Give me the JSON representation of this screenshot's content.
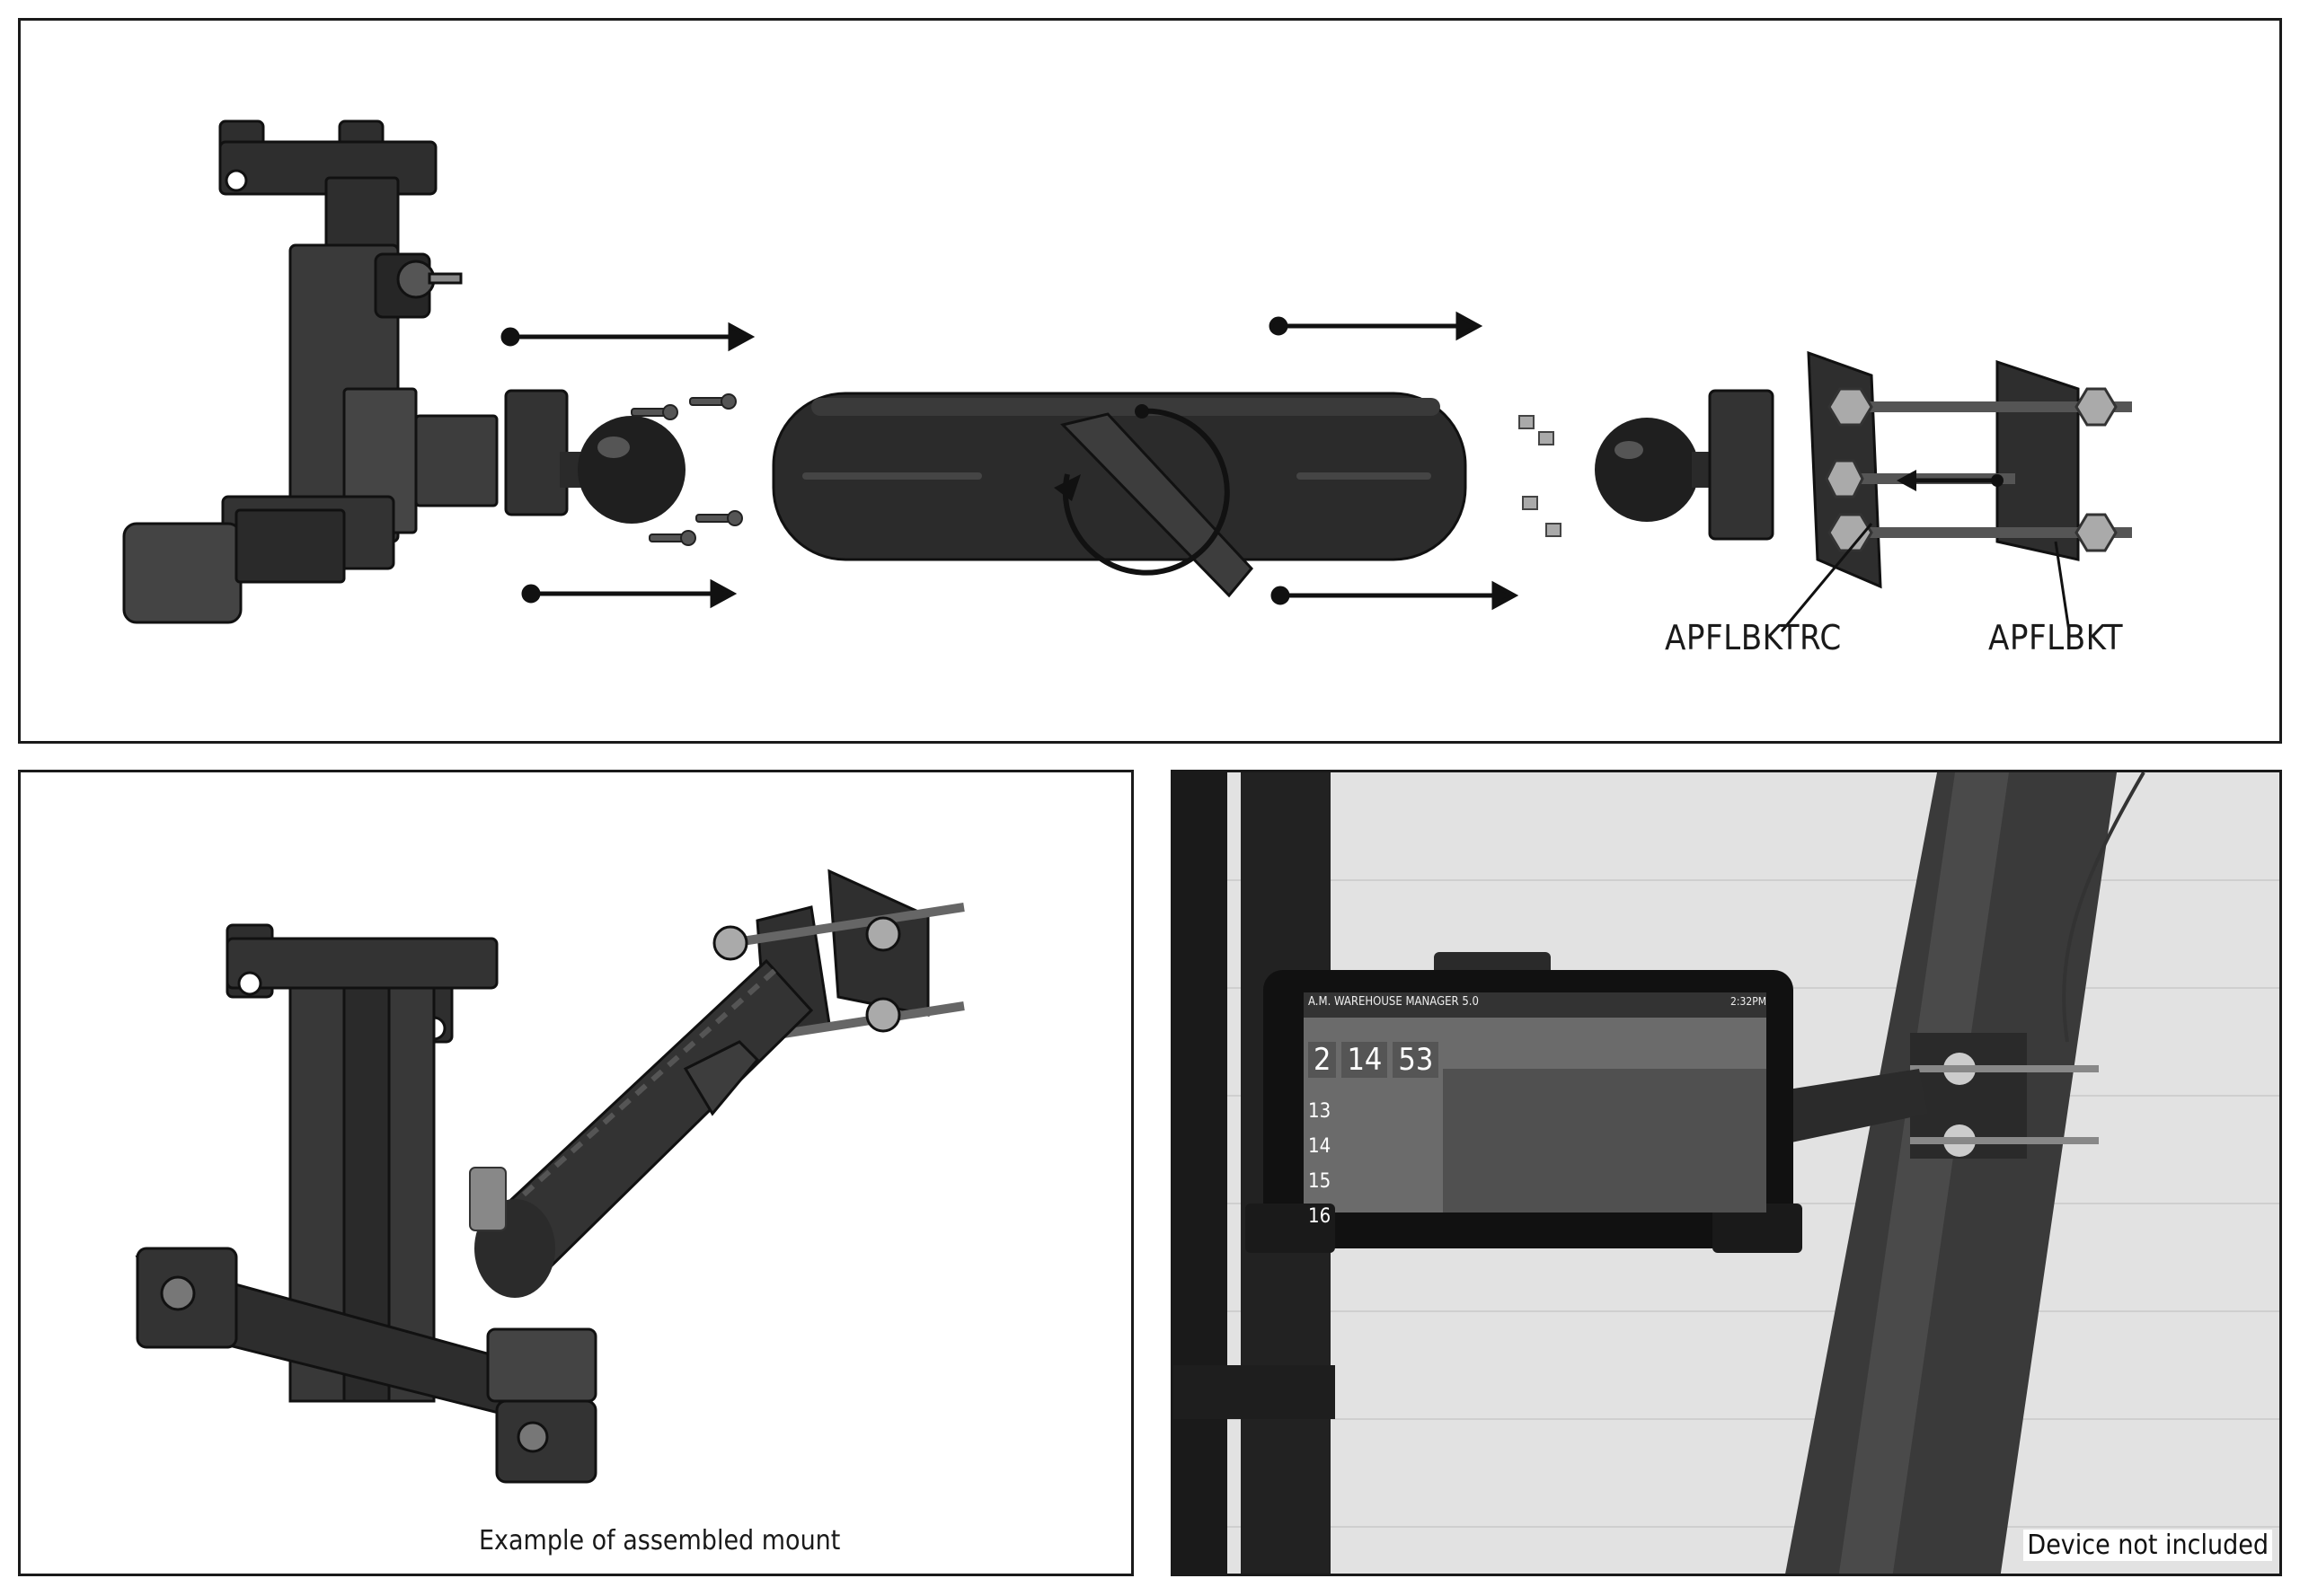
{
  "top_panel": {
    "labels": {
      "part_left": "APFLBKTRC",
      "part_right": "APFLBKT"
    }
  },
  "bottom_left_panel": {
    "caption": "Example of assembled mount"
  },
  "bottom_right_panel": {
    "caption": "Device not included",
    "tablet_screen": {
      "app_title": "A.M. WAREHOUSE MANAGER 5.0",
      "status_time": "2:32PM",
      "stats": [
        "2",
        "14",
        "53"
      ],
      "row_labels": [
        "13",
        "14",
        "15",
        "16"
      ]
    }
  }
}
